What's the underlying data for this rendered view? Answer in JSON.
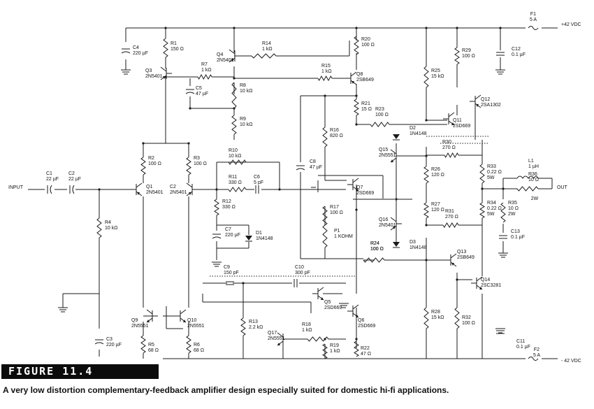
{
  "figure": {
    "label": "FIGURE 11.4",
    "caption": "A very low distortion complementary-feedback amplifier design especially suited for domestic hi-fi applications."
  },
  "rails": {
    "positive": "+42 VDC",
    "negative": "- 42 VDC"
  },
  "io": {
    "input": "INPUT",
    "output": "OUT"
  },
  "components": {
    "F1": [
      "F1",
      "5 A"
    ],
    "F2": [
      "F2",
      "5 A"
    ],
    "R1": [
      "R1",
      "150 Ω"
    ],
    "R2": [
      "R2",
      "100 Ω"
    ],
    "R3": [
      "R3",
      "100 Ω"
    ],
    "R4": [
      "R4",
      "10 kΩ"
    ],
    "R5": [
      "R5",
      "68 Ω"
    ],
    "R6": [
      "R6",
      "68 Ω"
    ],
    "R7": [
      "R7",
      "1 kΩ"
    ],
    "R8": [
      "R8",
      "10 kΩ"
    ],
    "R9": [
      "R9",
      "10 kΩ"
    ],
    "R10": [
      "R10",
      "10 kΩ"
    ],
    "R11": [
      "R11",
      "330 Ω"
    ],
    "R12": [
      "R12",
      "330 Ω"
    ],
    "R13": [
      "R13",
      "2.2 kΩ"
    ],
    "R14": [
      "R14",
      "1 kΩ"
    ],
    "R15": [
      "R15",
      "1 kΩ"
    ],
    "R16": [
      "R16",
      "820 Ω"
    ],
    "R17": [
      "R17",
      "100 Ω"
    ],
    "R18": [
      "R18",
      "1 kΩ"
    ],
    "R19": [
      "R19",
      "1 kΩ"
    ],
    "R20": [
      "R20",
      "100 Ω"
    ],
    "R21": [
      "R21",
      "15 Ω"
    ],
    "R22": [
      "R22",
      "47 Ω"
    ],
    "R23": [
      "R23",
      "100 Ω"
    ],
    "R24": [
      "R24",
      "100 Ω"
    ],
    "R25": [
      "R25",
      "15 kΩ"
    ],
    "R26": [
      "R26",
      "120 Ω"
    ],
    "R27": [
      "R27",
      "120 Ω"
    ],
    "R28": [
      "R28",
      "15 kΩ"
    ],
    "R29": [
      "R29",
      "100 Ω"
    ],
    "R30": [
      "R30",
      "270 Ω"
    ],
    "R31": [
      "R31",
      "270 Ω"
    ],
    "R32": [
      "R32",
      "100 Ω"
    ],
    "R33": [
      "R33",
      "0.22 Ω",
      "5W"
    ],
    "R34": [
      "R34",
      "0.22 Ω",
      "5W"
    ],
    "R35": [
      "R35",
      "10 Ω",
      "2W"
    ],
    "R36": [
      "R36",
      "10 Ω",
      "2W"
    ],
    "C1": [
      "C1",
      "22 µF"
    ],
    "C2": [
      "C2",
      "22 µF"
    ],
    "C3": [
      "C3",
      "220 µF"
    ],
    "C4": [
      "C4",
      "220 µF"
    ],
    "C5": [
      "C5",
      "47 µF"
    ],
    "C6": [
      "C6",
      "5 pF"
    ],
    "C7": [
      "C7",
      "220 µF"
    ],
    "C8": [
      "C8",
      "47 µF"
    ],
    "C9": [
      "C9",
      "150 pF"
    ],
    "C10": [
      "C10",
      "300 pF"
    ],
    "C11": [
      "C11",
      "0.1 µF"
    ],
    "C12": [
      "C12",
      "0.1 µF"
    ],
    "C13": [
      "C13",
      "0.1 µF"
    ],
    "L1": [
      "L1",
      "1 µH"
    ],
    "P1": [
      "P1",
      "1 KOHM"
    ],
    "D1": [
      "D1",
      "1N4148"
    ],
    "D2": [
      "D2",
      "1N4148"
    ],
    "D3": [
      "D3",
      "1N4148"
    ],
    "Q1": [
      "Q1",
      "2N5401"
    ],
    "Q2": [
      "C2",
      "2N5401"
    ],
    "Q3": [
      "Q3",
      "2N5401"
    ],
    "Q4": [
      "Q4",
      "2N5401"
    ],
    "Q5": [
      "Q5",
      "2SD669"
    ],
    "Q6": [
      "Q6",
      "2SD669"
    ],
    "Q7": [
      "Q7",
      "2SD669"
    ],
    "Q8": [
      "Q8",
      "2SB649"
    ],
    "Q9": [
      "Q9",
      "2N5551"
    ],
    "Q10": [
      "Q10",
      "2N5551"
    ],
    "Q11": [
      "Q11",
      "2SD669"
    ],
    "Q12": [
      "Q12",
      "2SA1302"
    ],
    "Q13": [
      "Q13",
      "2SB649"
    ],
    "Q14": [
      "Q14",
      "2SC3281"
    ],
    "Q15": [
      "Q15",
      "2N5551"
    ],
    "Q16": [
      "Q16",
      "2N5401"
    ],
    "Q17": [
      "Q17",
      "2N5551"
    ]
  }
}
